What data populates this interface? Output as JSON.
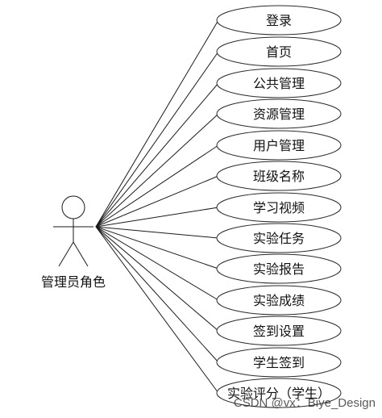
{
  "actor": {
    "label": "管理员角色",
    "icon": "stick-figure-actor-icon"
  },
  "use_cases": [
    {
      "label": "登录"
    },
    {
      "label": "首页"
    },
    {
      "label": "公共管理"
    },
    {
      "label": "资源管理"
    },
    {
      "label": "用户管理"
    },
    {
      "label": "班级名称"
    },
    {
      "label": "学习视频"
    },
    {
      "label": "实验任务"
    },
    {
      "label": "实验报告"
    },
    {
      "label": "实验成绩"
    },
    {
      "label": "签到设置"
    },
    {
      "label": "学生签到"
    },
    {
      "label": "实验评分（学生）"
    }
  ],
  "watermark": "CSDN @vx：Biye_Design",
  "colors": {
    "stroke": "#1a1a1a",
    "background": "#ffffff",
    "text": "#111111"
  }
}
